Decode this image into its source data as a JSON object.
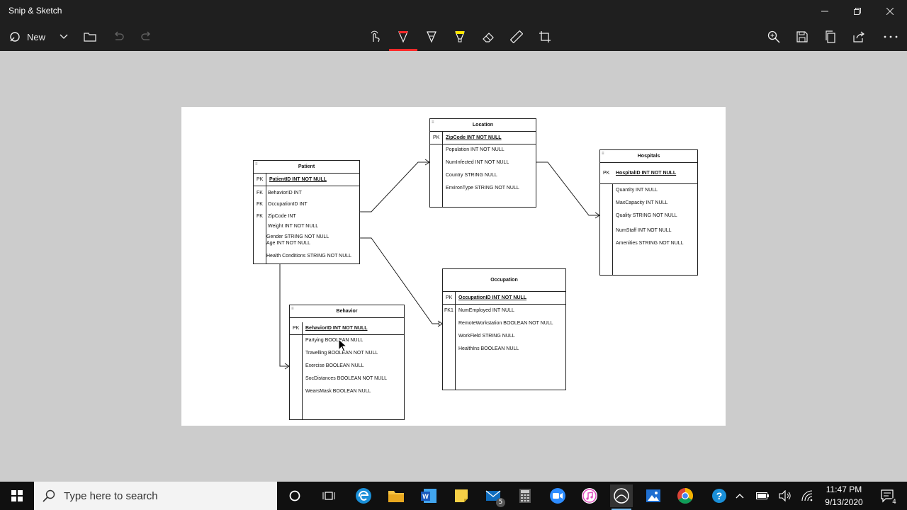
{
  "window": {
    "title": "Snip & Sketch"
  },
  "toolbar": {
    "new_label": "New"
  },
  "diagram": {
    "patient": {
      "name": "Patient",
      "pk": "PatientID INT NOT NULL",
      "keys": [
        "PK",
        "FK",
        "FK",
        "FK"
      ],
      "attrs": [
        "BehaviorID INT",
        "OccupationID INT",
        "ZipCode INT",
        "Weight INT NOT NULL",
        "Gender STRING NOT NULL",
        "Age INT NOT NULL",
        "Health Conditions STRING NOT NULL"
      ]
    },
    "location": {
      "name": "Location",
      "keys": [
        "PK"
      ],
      "pk": "ZipCode INT NOT NULL",
      "attrs": [
        "Population INT NOT NULL",
        "NumInfected INT NOT NULL",
        "Country STRING NULL",
        "EnvironType STRING NOT NULL"
      ]
    },
    "hospitals": {
      "name": "Hospitals",
      "keys": [
        "PK"
      ],
      "pk": "HospitalID INT NOT NULL",
      "attrs": [
        "Quantity INT NULL",
        "MaxCapacity INT NULL",
        "Quality STRING NOT NULL",
        "NumStaff INT NOT NULL",
        "Amenities STRING NOT NULL"
      ]
    },
    "occupation": {
      "name": "Occupation",
      "keys": [
        "PK",
        "FK1"
      ],
      "pk": "OccupationID INT NOT NULL",
      "attrs": [
        "NumEmployed INT NULL",
        "RemoteWorkstation BOOLEAN NOT NULL",
        "WorkField STRING NULL",
        "HealthIns BOOLEAN NULL"
      ]
    },
    "behavior": {
      "name": "Behavior",
      "keys": [
        "PK"
      ],
      "pk": "BehaviorID INT NOT NULL",
      "attrs": [
        "Partying BOOLEAN NULL",
        "Travelling BOOLEAN NOT NULL",
        "Exercise BOOLEAN NULL",
        "SocDistances BOOLEAN NOT NULL",
        "WearsMask BOOLEAN NULL"
      ]
    }
  },
  "taskbar": {
    "search_placeholder": "Type here to search",
    "mail_badge": "5",
    "time": "11:47 PM",
    "date": "9/13/2020",
    "notification_count": "4"
  }
}
